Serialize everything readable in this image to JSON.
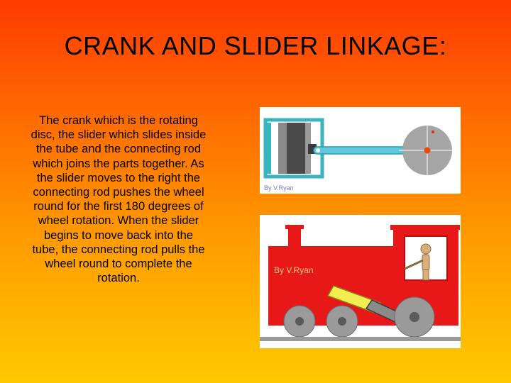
{
  "slide": {
    "title": "CRANK AND SLIDER LINKAGE:",
    "body": "The crank which is the rotating disc, the slider which slides inside the tube and the connecting rod which joins the parts together. As the slider moves to the right the connecting rod pushes the wheel round for the first 180 degrees of wheel rotation. When the slider begins to move back into the tube, the connecting rod pulls the wheel  round to complete the rotation."
  },
  "images": {
    "top_credit": "By V.Ryan",
    "bottom_credit": "By V.Ryan"
  }
}
